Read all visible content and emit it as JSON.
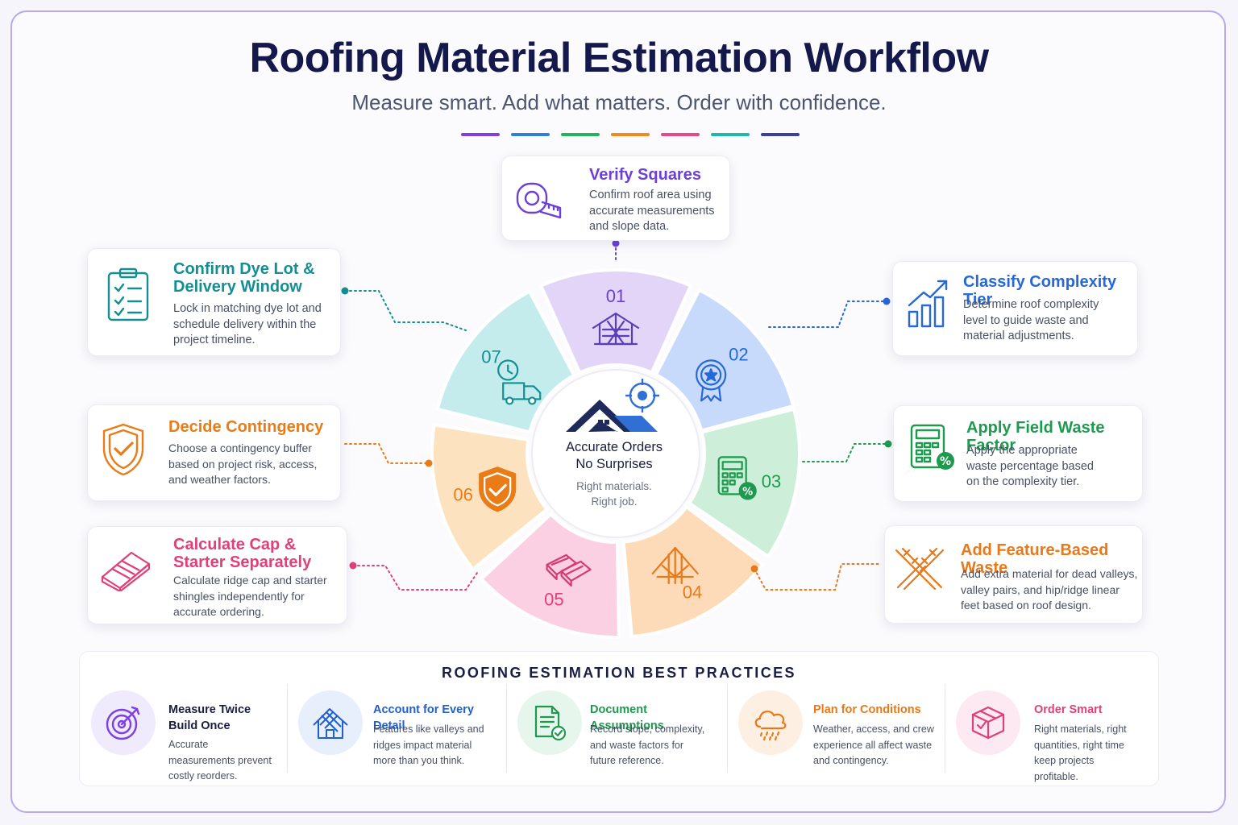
{
  "title": "Roofing Material Estimation Workflow",
  "subtitle": "Measure smart. Add what matters. Order with confidence.",
  "accent_colors": [
    "#7b3fe4",
    "#2f7de1",
    "#22b35e",
    "#f28a1e",
    "#e9478a",
    "#1fb7a6",
    "#3c3f9e"
  ],
  "center": {
    "title_line1": "Accurate Orders",
    "title_line2": "No Surprises",
    "sub_line1": "Right materials.",
    "sub_line2": "Right job.",
    "icon": "house-target-icon"
  },
  "steps": [
    {
      "number": "01",
      "title": "Verify Squares",
      "description": "Confirm roof area using accurate measurements and slope data.",
      "color": "#6b3fd8",
      "icon": "tape-measure-icon",
      "segment_icon": "roof-truss-icon"
    },
    {
      "number": "02",
      "title": "Classify Complexity Tier",
      "description": "Determine roof complexity level to guide waste and material adjustments.",
      "color": "#2668d8",
      "icon": "bar-chart-growth-icon",
      "segment_icon": "badge-star-icon"
    },
    {
      "number": "03",
      "title": "Apply Field Waste Factor",
      "description": "Apply the appropriate waste percentage based on the complexity tier.",
      "color": "#1d9a4e",
      "icon": "calculator-percent-icon",
      "segment_icon": "calculator-percent-icon"
    },
    {
      "number": "04",
      "title": "Add Feature-Based Waste",
      "description": "Add extra material for dead valleys, valley pairs, and hip/ridge linear feet based on roof design.",
      "color": "#e8781a",
      "icon": "crossed-rafters-icon",
      "segment_icon": "roof-frame-icon"
    },
    {
      "number": "05",
      "title": "Calculate Cap & Starter Separately",
      "description": "Calculate ridge cap and starter shingles independently for accurate ordering.",
      "color": "#e0407a",
      "icon": "ridge-cap-icon",
      "segment_icon": "shingles-icon"
    },
    {
      "number": "06",
      "title": "Decide Contingency",
      "description": "Choose a contingency buffer based on project risk, access, and weather factors.",
      "color": "#ea7c17",
      "icon": "shield-check-icon",
      "segment_icon": "shield-check-icon"
    },
    {
      "number": "07",
      "title": "Confirm Dye Lot & Delivery Window",
      "description": "Lock in matching dye lot and schedule delivery within the project timeline.",
      "color": "#138f93",
      "icon": "clipboard-checklist-icon",
      "segment_icon": "delivery-truck-clock-icon"
    }
  ],
  "best_practices": {
    "title": "ROOFING ESTIMATION BEST PRACTICES",
    "items": [
      {
        "title": "Measure Twice Build Once",
        "description": "Accurate measurements prevent costly reorders.",
        "color": "#1b1e3d",
        "icon": "target-arrow-icon"
      },
      {
        "title": "Account for Every Detail",
        "description": "Features like valleys and ridges impact material more than you think.",
        "color": "#1f5fd0",
        "icon": "roof-detail-icon"
      },
      {
        "title": "Document Assumptions",
        "description": "Record slope, complexity, and waste factors for future reference.",
        "color": "#1d9a4e",
        "icon": "document-check-icon"
      },
      {
        "title": "Plan for Conditions",
        "description": "Weather, access, and crew experience all affect waste and contingency.",
        "color": "#e8781a",
        "icon": "rain-cloud-icon"
      },
      {
        "title": "Order Smart",
        "description": "Right materials, right quantities, right time keep projects profitable.",
        "color": "#e0407a",
        "icon": "package-check-icon"
      }
    ]
  }
}
